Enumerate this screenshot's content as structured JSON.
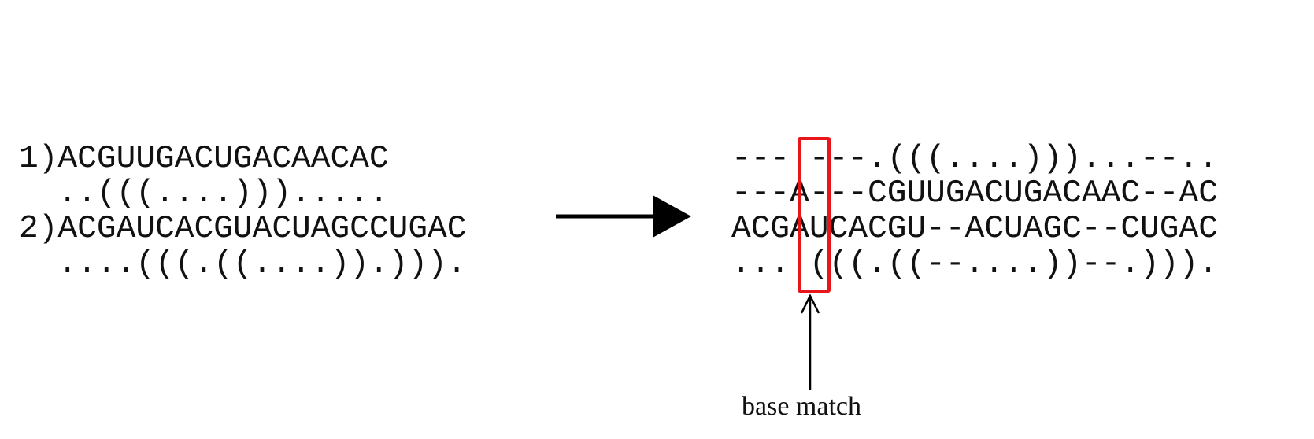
{
  "input": {
    "seq1": {
      "label": "1)",
      "sequence": "ACGUUGACUGACAACAC",
      "structure": "..(((....))).....",
      "line": "1)ACGUUGACUGACAACAC",
      "structure_line": "  ..(((....))).....  "
    },
    "seq2": {
      "label": "2)",
      "sequence": "ACGAUCACGUACUAGCCUGAC",
      "structure": "....(((.((....)).))).",
      "line": "2)ACGAUCACGUACUAGCCUGAC",
      "structure_line": "  ....(((.((....)).))).  "
    }
  },
  "alignment": {
    "structure1": "---.---.(((....)))...--..",
    "sequence1": "---A---CGUUGACUGACAAC--AC",
    "sequence2": "ACGAUCACGU--ACUAGC--CUGAC",
    "structure2": "....(((.((--....))--.))).",
    "highlight_column": 3,
    "highlight_color": "#e8151b"
  },
  "annotation": {
    "text": "base match"
  }
}
